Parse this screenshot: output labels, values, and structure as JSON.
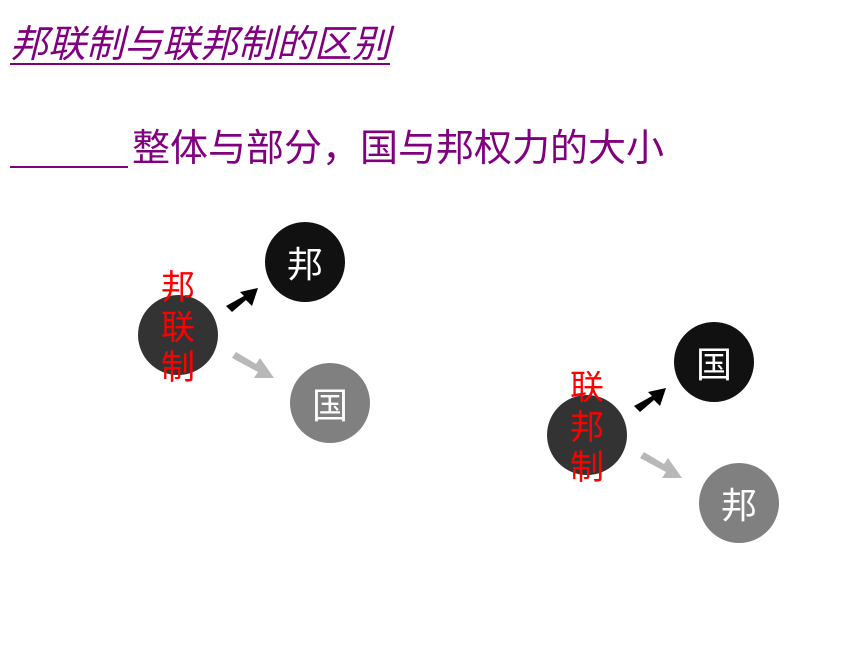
{
  "title": "邦联制与联邦制的区别",
  "subtitle": {
    "text": "整体与部分，国与邦权力的大小"
  },
  "diagram1": {
    "center_label": [
      "邦",
      "联",
      "制"
    ],
    "top_node": "邦",
    "bottom_node": "国"
  },
  "diagram2": {
    "center_label": [
      "联",
      "邦",
      "制"
    ],
    "top_node": "国",
    "bottom_node": "邦"
  },
  "colors": {
    "title": "#800080",
    "subtitle": "#800080",
    "label_red": "#ff0000",
    "center_circle": "#333333",
    "dark_circle": "#111111",
    "gray_circle": "#808080",
    "black_arrow": "#000000",
    "gray_arrow": "#b8b8b8"
  }
}
